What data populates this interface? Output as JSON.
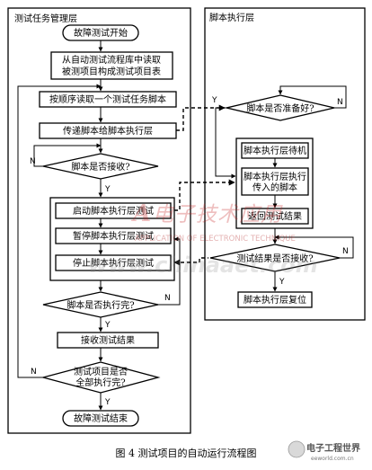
{
  "left_panel": {
    "title": "测试任务管理层"
  },
  "right_panel": {
    "title": "脚本执行层"
  },
  "nodes": {
    "start": "故障测试开始",
    "read_list_1": "从自动测试流程库中读取",
    "read_list_2": "被测项目构成测试项目表",
    "read_script": "按顺序读取一个测试任务脚本",
    "pass_script": "传递脚本给脚本执行层",
    "received_q": "脚本是否接收?",
    "start_exec": "启动脚本执行层测试",
    "pause_exec": "暂停脚本执行层测试",
    "stop_exec": "停止脚本执行层测试",
    "finished_q": "脚本是否执行完?",
    "receive_result": "接收测试结果",
    "all_done_1": "测试项目是否",
    "all_done_2": "全部执行完?",
    "end": "故障测试结束",
    "ready_q": "脚本是否准备好?",
    "standby": "脚本执行层待机",
    "exec_1": "脚本执行层执行",
    "exec_2": "传入的脚本",
    "return_result": "返回测试结果",
    "result_received_q": "测试结果是否接收?",
    "reset": "脚本执行层复位"
  },
  "branch_labels": {
    "yes": "Y",
    "no": "N"
  },
  "watermark": {
    "logo_chars": "电子技术应用",
    "english": "APPLICATION OF ELECTRONIC TECHNIQUE",
    "url": "www.chinaaet.com",
    "corner_logo": "电子工程世界",
    "corner_url": "eeworld.com.cn"
  },
  "caption": "图 4   测试项目的自动运行流程图"
}
